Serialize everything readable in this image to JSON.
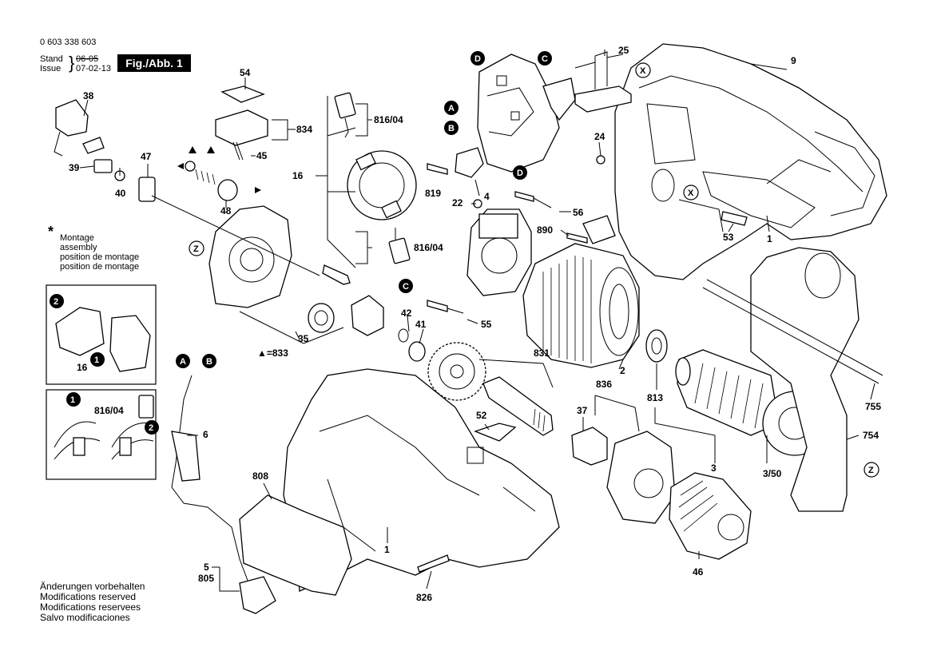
{
  "header": {
    "part_number": "0 603 338 603",
    "stand_label": "Stand",
    "issue_label": "Issue",
    "stand_value": "06-05",
    "issue_value": "07-02-13",
    "figure_label": "Fig./Abb. 1"
  },
  "assembly_note": {
    "symbol": "*",
    "lines": [
      "Montage",
      "assembly",
      "position de montage",
      "position de montage"
    ]
  },
  "footer": {
    "lines": [
      "Änderungen vorbehalten",
      "Modifications reserved",
      "Modifications reservees",
      "Salvo modificaciones"
    ]
  },
  "callouts": {
    "c1a": "1",
    "c1b": "1",
    "c2": "2",
    "c3": "3",
    "c350": "3/50",
    "c4": "4",
    "c5": "5",
    "c6": "6",
    "c9": "9",
    "c16": "16",
    "c16b": "16",
    "c22": "22",
    "c24": "24",
    "c25": "25",
    "c35": "35",
    "c37": "37",
    "c38": "38",
    "c39": "39",
    "c40": "40",
    "c41": "41",
    "c42": "42",
    "c45": "45",
    "c46": "46",
    "c47": "47",
    "c48": "48",
    "c52": "52",
    "c53": "53",
    "c54": "54",
    "c55": "55",
    "c56": "56",
    "c754": "754",
    "c755": "755",
    "c805": "805",
    "c808": "808",
    "c813": "813",
    "c816a": "816/04",
    "c816b": "816/04",
    "c816c": "816/04",
    "c819": "819",
    "c826": "826",
    "c831": "831",
    "c833": "▲=833",
    "c834": "834",
    "c836": "836",
    "c890": "890"
  },
  "markers": {
    "A": "A",
    "B": "B",
    "C": "C",
    "D": "D",
    "X": "X",
    "Z": "Z",
    "n1": "1",
    "n2": "2"
  }
}
